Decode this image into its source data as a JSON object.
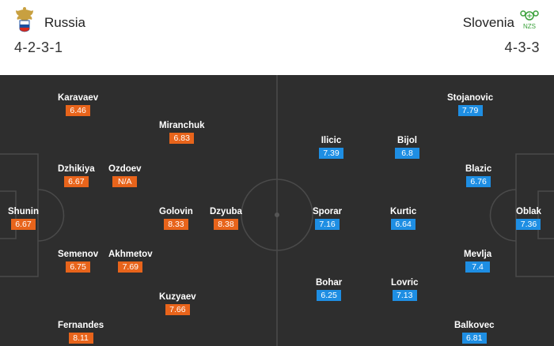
{
  "home": {
    "name": "Russia",
    "formation": "4-2-3-1",
    "crest_icon": "russia-crest-icon"
  },
  "away": {
    "name": "Slovenia",
    "formation": "4-3-3",
    "crest_icon": "slovenia-crest-icon",
    "crest_text": "NZS"
  },
  "colors": {
    "home_rating": "#e8641b",
    "away_rating": "#1e8ee3",
    "pitch": "#2e2e2e",
    "lines": "#4a4a4a"
  },
  "home_players": [
    {
      "name": "Karavaev",
      "rating": "6.46"
    },
    {
      "name": "Miranchuk",
      "rating": "6.83"
    },
    {
      "name": "Dzhikiya",
      "rating": "6.67"
    },
    {
      "name": "Ozdoev",
      "rating": "N/A"
    },
    {
      "name": "Shunin",
      "rating": "6.67"
    },
    {
      "name": "Golovin",
      "rating": "8.33"
    },
    {
      "name": "Dzyuba",
      "rating": "8.38"
    },
    {
      "name": "Semenov",
      "rating": "6.75"
    },
    {
      "name": "Akhmetov",
      "rating": "7.69"
    },
    {
      "name": "Kuzyaev",
      "rating": "7.66"
    },
    {
      "name": "Fernandes",
      "rating": "8.11"
    }
  ],
  "away_players": [
    {
      "name": "Stojanovic",
      "rating": "7.79"
    },
    {
      "name": "Ilicic",
      "rating": "7.39"
    },
    {
      "name": "Bijol",
      "rating": "6.8"
    },
    {
      "name": "Blazic",
      "rating": "6.76"
    },
    {
      "name": "Sporar",
      "rating": "7.16"
    },
    {
      "name": "Kurtic",
      "rating": "6.64"
    },
    {
      "name": "Oblak",
      "rating": "7.36"
    },
    {
      "name": "Mevlja",
      "rating": "7.4"
    },
    {
      "name": "Bohar",
      "rating": "6.25"
    },
    {
      "name": "Lovric",
      "rating": "7.13"
    },
    {
      "name": "Balkovec",
      "rating": "6.81"
    }
  ]
}
